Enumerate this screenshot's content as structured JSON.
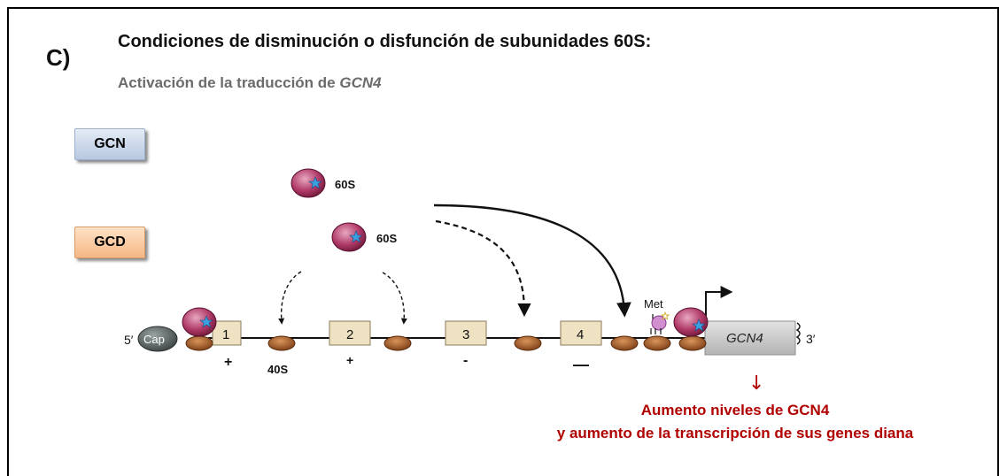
{
  "panel": {
    "letter": "C)",
    "title": "Condiciones de disminución o disfunción de subunidades 60S:",
    "subtitle_prefix": "Activación de la traducción de ",
    "subtitle_gene": "GCN4"
  },
  "tags": {
    "gcn": "GCN",
    "gcd": "GCD"
  },
  "diagram": {
    "five_prime": "5′",
    "cap": "Cap",
    "three_prime": "3′",
    "gene_label": "GCN4",
    "met_label": "Met",
    "subunit_60s_1": "60S",
    "subunit_60s_2": "60S",
    "subunit_40s": "40S",
    "uorfs": [
      {
        "num": "1",
        "sign": "+"
      },
      {
        "num": "2",
        "sign": "+"
      },
      {
        "num": "3",
        "sign": "-"
      },
      {
        "num": "4",
        "sign": "—"
      }
    ]
  },
  "result": {
    "arrow": "↓",
    "line1": "Aumento niveles de GCN4",
    "line2": "y aumento de la transcripción de sus genes diana"
  },
  "colors": {
    "ribosome_60s": "#b03060",
    "ribosome_40s": "#8b4a1c",
    "star": "#3aa0e0",
    "uorf_box": "#efe2c2",
    "gcn4_box": "#c8c8c8",
    "result_text": "#b00000"
  }
}
